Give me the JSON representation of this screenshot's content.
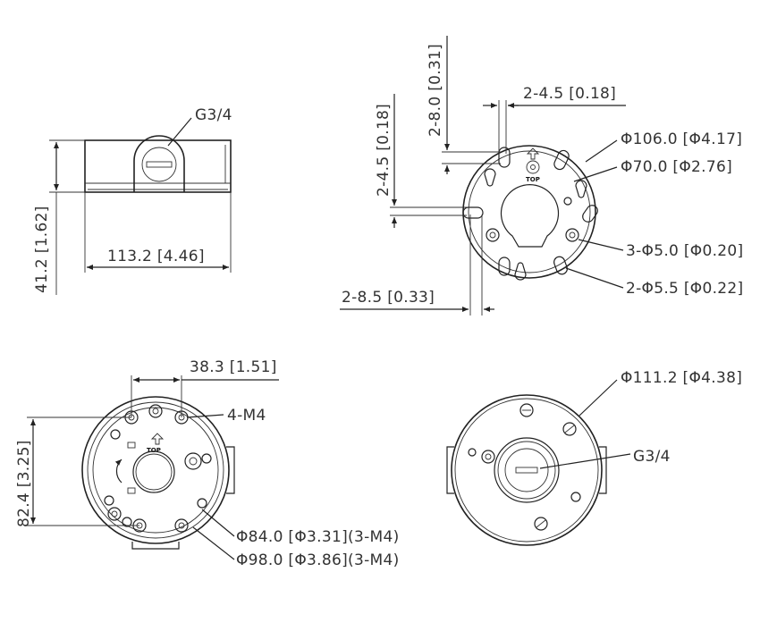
{
  "side_view": {
    "thread_label": "G3/4",
    "height_label": "41.2 [1.62]",
    "width_label": "113.2 [4.46]"
  },
  "mount_view": {
    "dia_outer_label": "Φ106.0 [Φ4.17]",
    "dia_inner_label": "Φ70.0 [Φ2.76]",
    "holes_a_label": "3-Φ5.0 [Φ0.20]",
    "holes_b_label": "2-Φ5.5 [Φ0.22]",
    "slot_width_top_label": "2-4.5 [0.18]",
    "slot_len_top_label": "2-8.0 [0.31]",
    "slot_width_left_label": "2-4.5 [0.18]",
    "slot_len_bottom_label": "2-8.5 [0.33]",
    "top_mark": "TOP"
  },
  "bottom_view": {
    "spacing_label": "38.3 [1.51]",
    "height_label": "82.4 [3.25]",
    "screw_label": "4-M4",
    "dia_a_label": "Φ84.0 [Φ3.31](3-M4)",
    "dia_b_label": "Φ98.0 [Φ3.86](3-M4)",
    "top_mark": "TOP"
  },
  "top_view": {
    "dia_label": "Φ111.2 [Φ4.38]",
    "thread_label": "G3/4"
  }
}
